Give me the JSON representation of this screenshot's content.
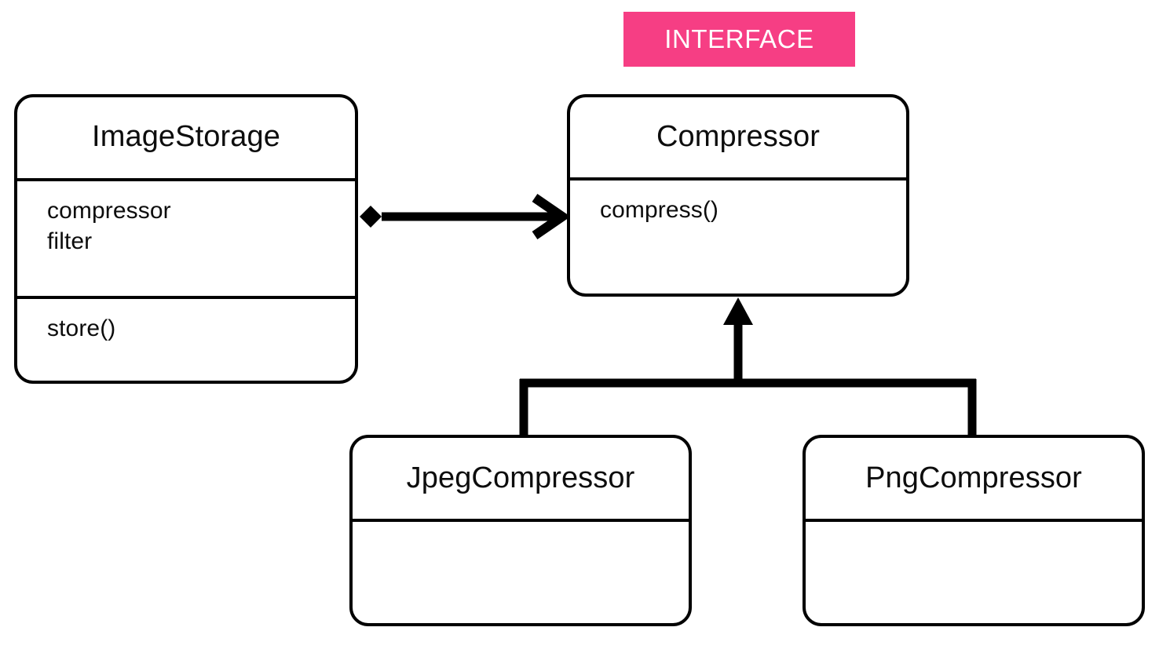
{
  "diagram": {
    "title": "Compressor strategy UML class diagram",
    "background_color": "#ffffff",
    "line_color": "#000000",
    "text_color": "#0d0d0d",
    "accent_color": "#f63e84"
  },
  "badge": {
    "label": "INTERFACE",
    "background_color": "#f63e84",
    "text_color": "#ffffff"
  },
  "classes": {
    "image_storage": {
      "name": "ImageStorage",
      "attributes": [
        "compressor",
        "filter"
      ],
      "methods": [
        "store()"
      ]
    },
    "compressor": {
      "name": "Compressor",
      "methods": [
        "compress()"
      ]
    },
    "jpeg_compressor": {
      "name": "JpegCompressor",
      "attributes": [],
      "methods": []
    },
    "png_compressor": {
      "name": "PngCompressor",
      "attributes": [],
      "methods": []
    }
  },
  "relationships": [
    {
      "id": "composition",
      "type": "composition",
      "from": "ImageStorage",
      "to": "Compressor",
      "source_decoration": "filled-diamond",
      "target_decoration": "open-arrowhead",
      "label": ""
    },
    {
      "id": "inheritance-jpeg",
      "type": "generalization",
      "from": "JpegCompressor",
      "to": "Compressor",
      "source_decoration": "none",
      "target_decoration": "filled-triangle",
      "label": ""
    },
    {
      "id": "inheritance-png",
      "type": "generalization",
      "from": "PngCompressor",
      "to": "Compressor",
      "source_decoration": "none",
      "target_decoration": "filled-triangle",
      "label": ""
    }
  ]
}
